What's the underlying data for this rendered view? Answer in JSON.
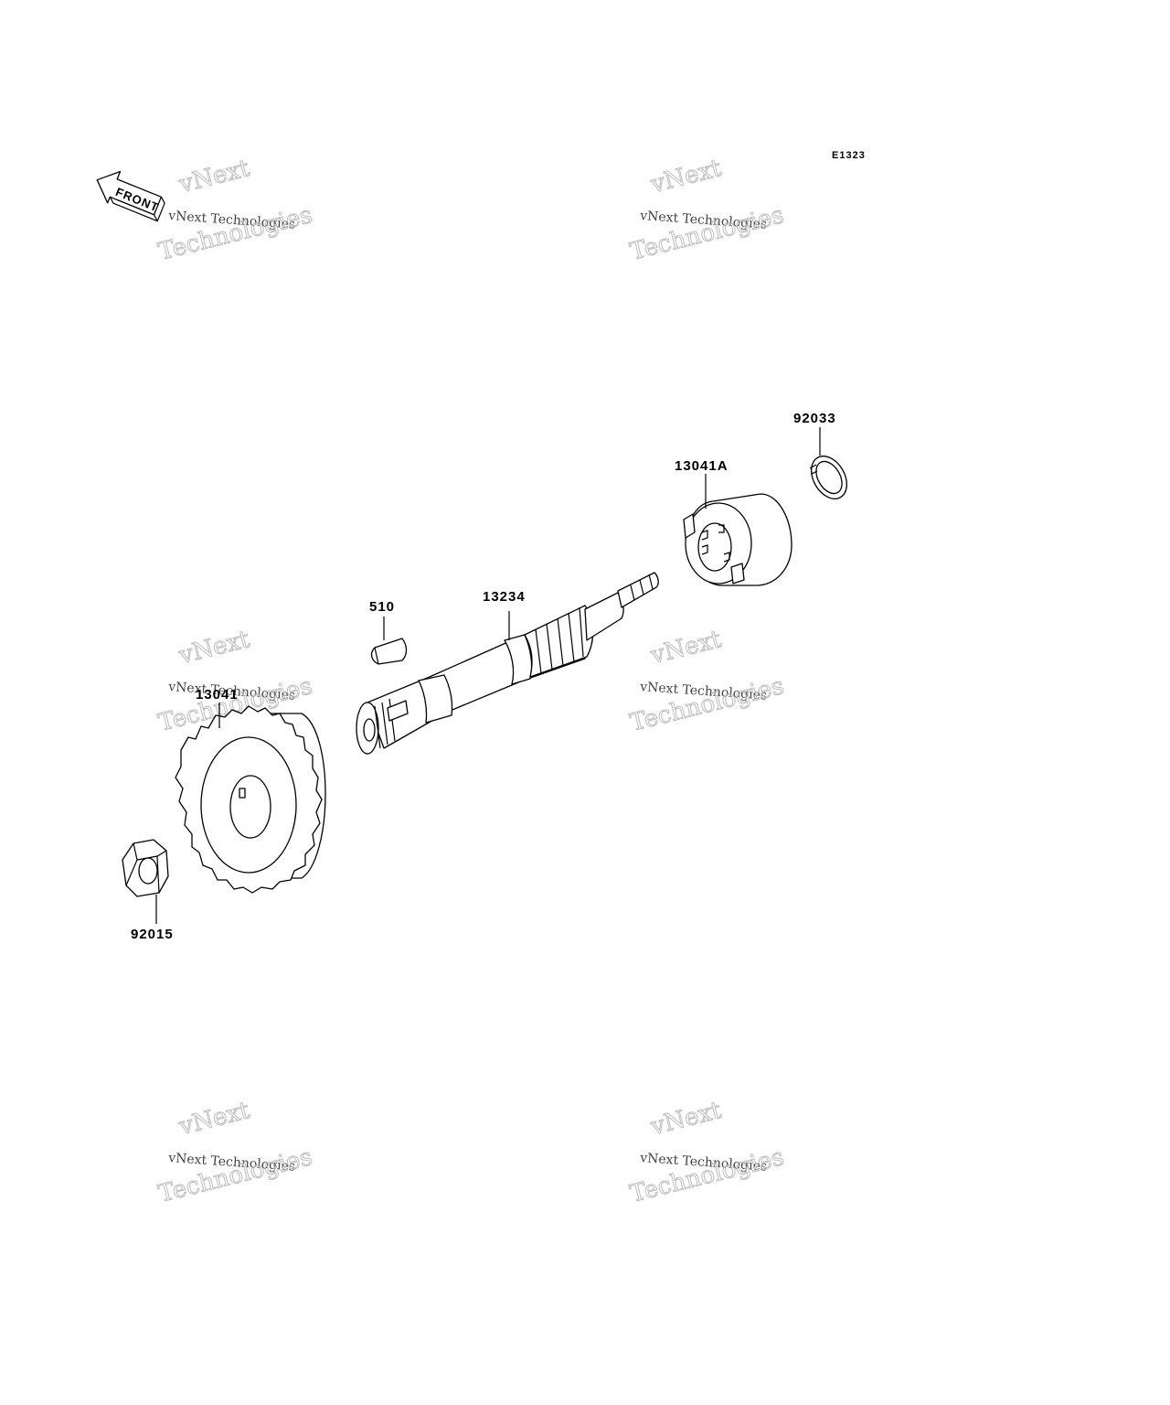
{
  "diagram": {
    "code": "E1323",
    "front_arrow": "FRONT",
    "parts": {
      "p92033": "92033",
      "p13041A": "13041A",
      "p13234": "13234",
      "p510": "510",
      "p13041": "13041",
      "p92015": "92015"
    }
  },
  "watermarks": {
    "line1": "vNext Technologies",
    "line2": "vNext",
    "line3": "Technologies"
  }
}
